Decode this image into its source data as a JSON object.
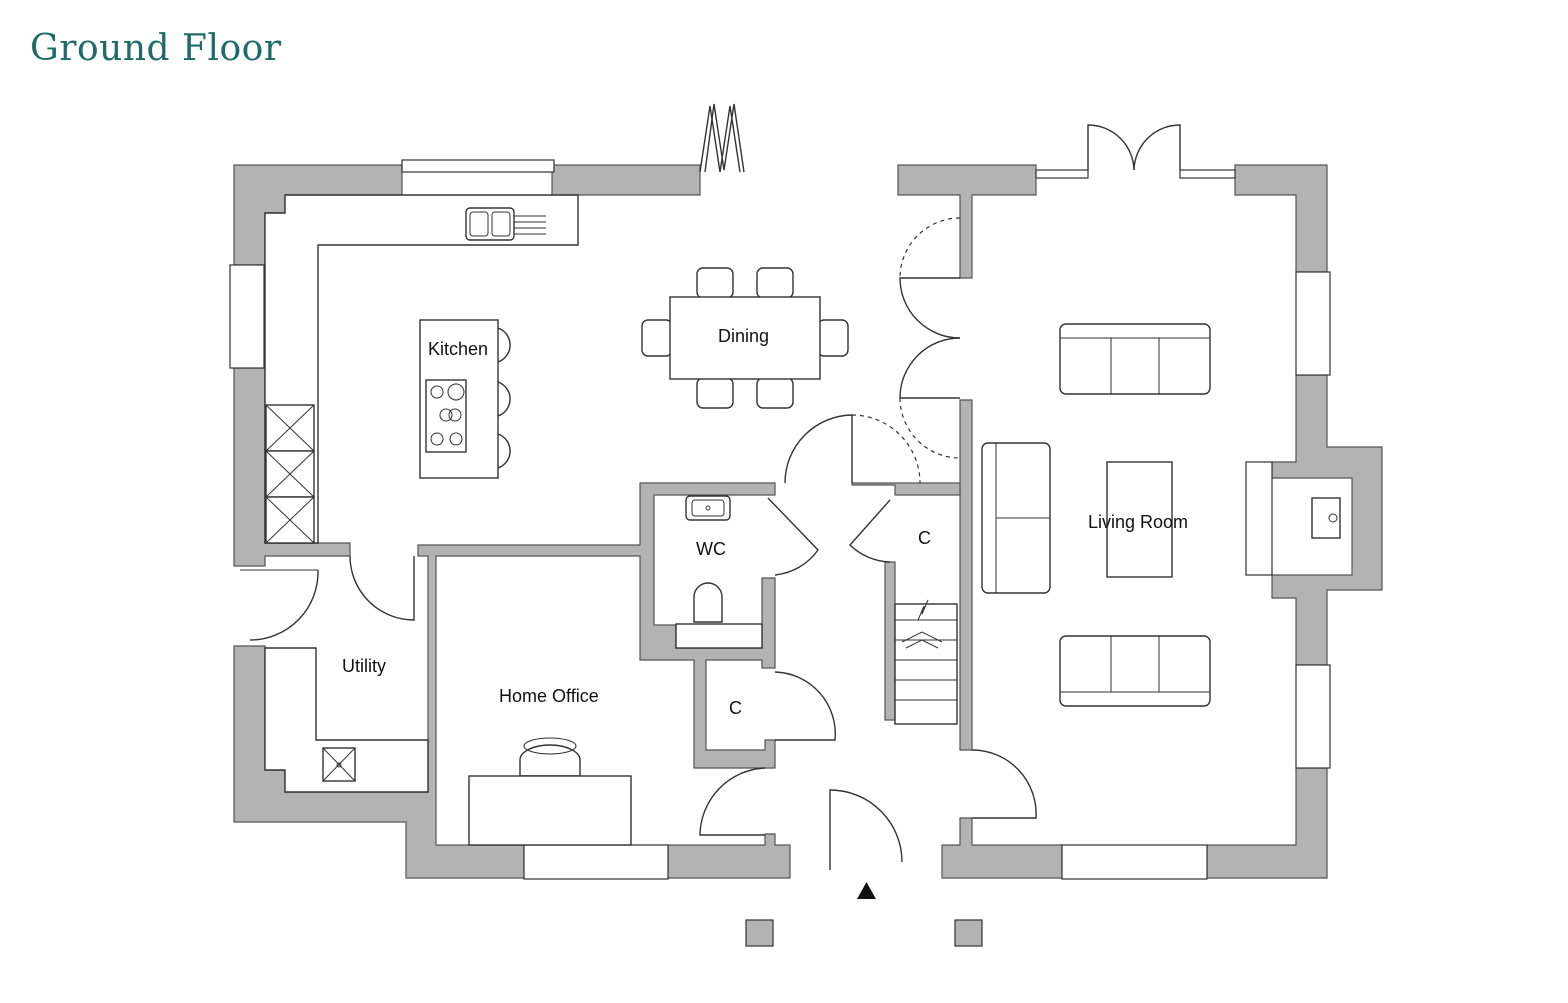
{
  "title": "Ground Floor",
  "rooms": {
    "kitchen": "Kitchen",
    "dining": "Dining",
    "living": "Living Room",
    "wc": "WC",
    "cupboard_a": "C",
    "cupboard_b": "C",
    "utility": "Utility",
    "office": "Home Office"
  },
  "colors": {
    "title": "#1f6b6b",
    "wall": "#b3b3b3"
  }
}
